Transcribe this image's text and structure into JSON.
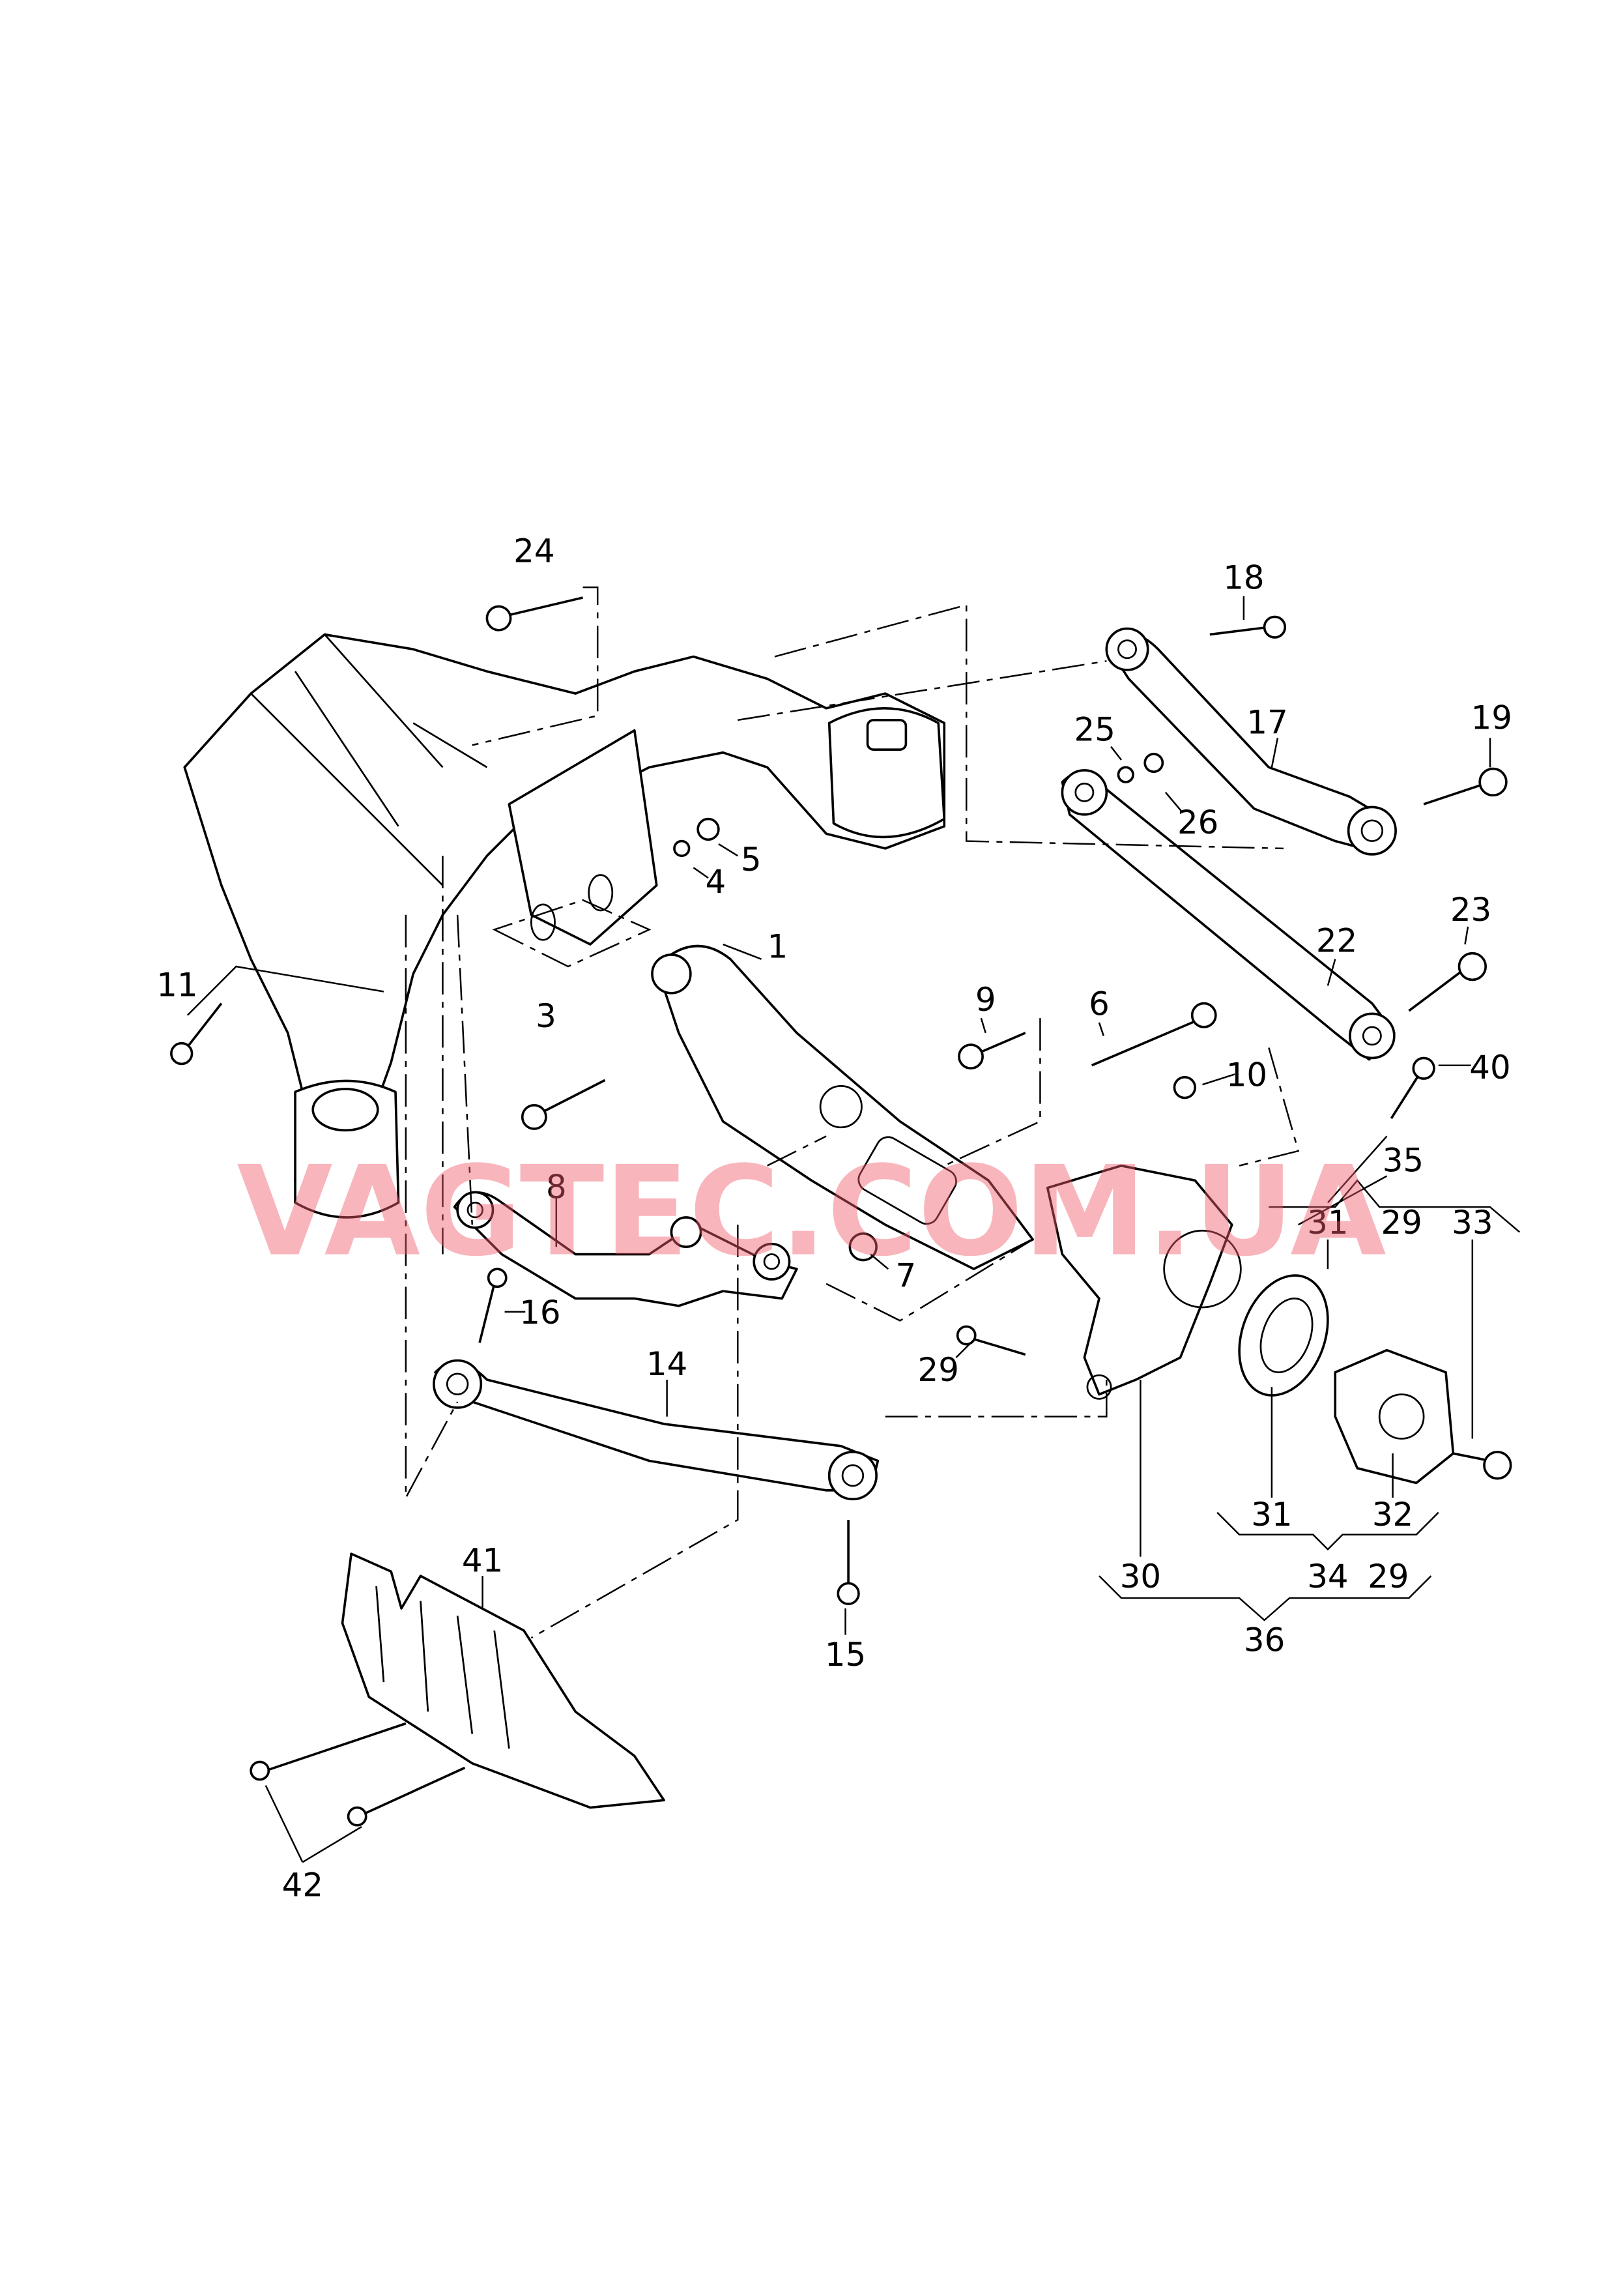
{
  "watermark": "VAGTEC.COM.UA",
  "labels": [
    "24",
    "18",
    "25",
    "17",
    "19",
    "26",
    "5",
    "4",
    "1",
    "11",
    "3",
    "9",
    "6",
    "23",
    "22",
    "10",
    "40",
    "35",
    "8",
    "31",
    "29",
    "33",
    "7",
    "16",
    "14",
    "29",
    "31",
    "32",
    "30",
    "34",
    "29",
    "36",
    "41",
    "15",
    "42"
  ],
  "colors": {
    "line": "#000000",
    "watermark": "#f25a6a",
    "background": "#ffffff"
  }
}
